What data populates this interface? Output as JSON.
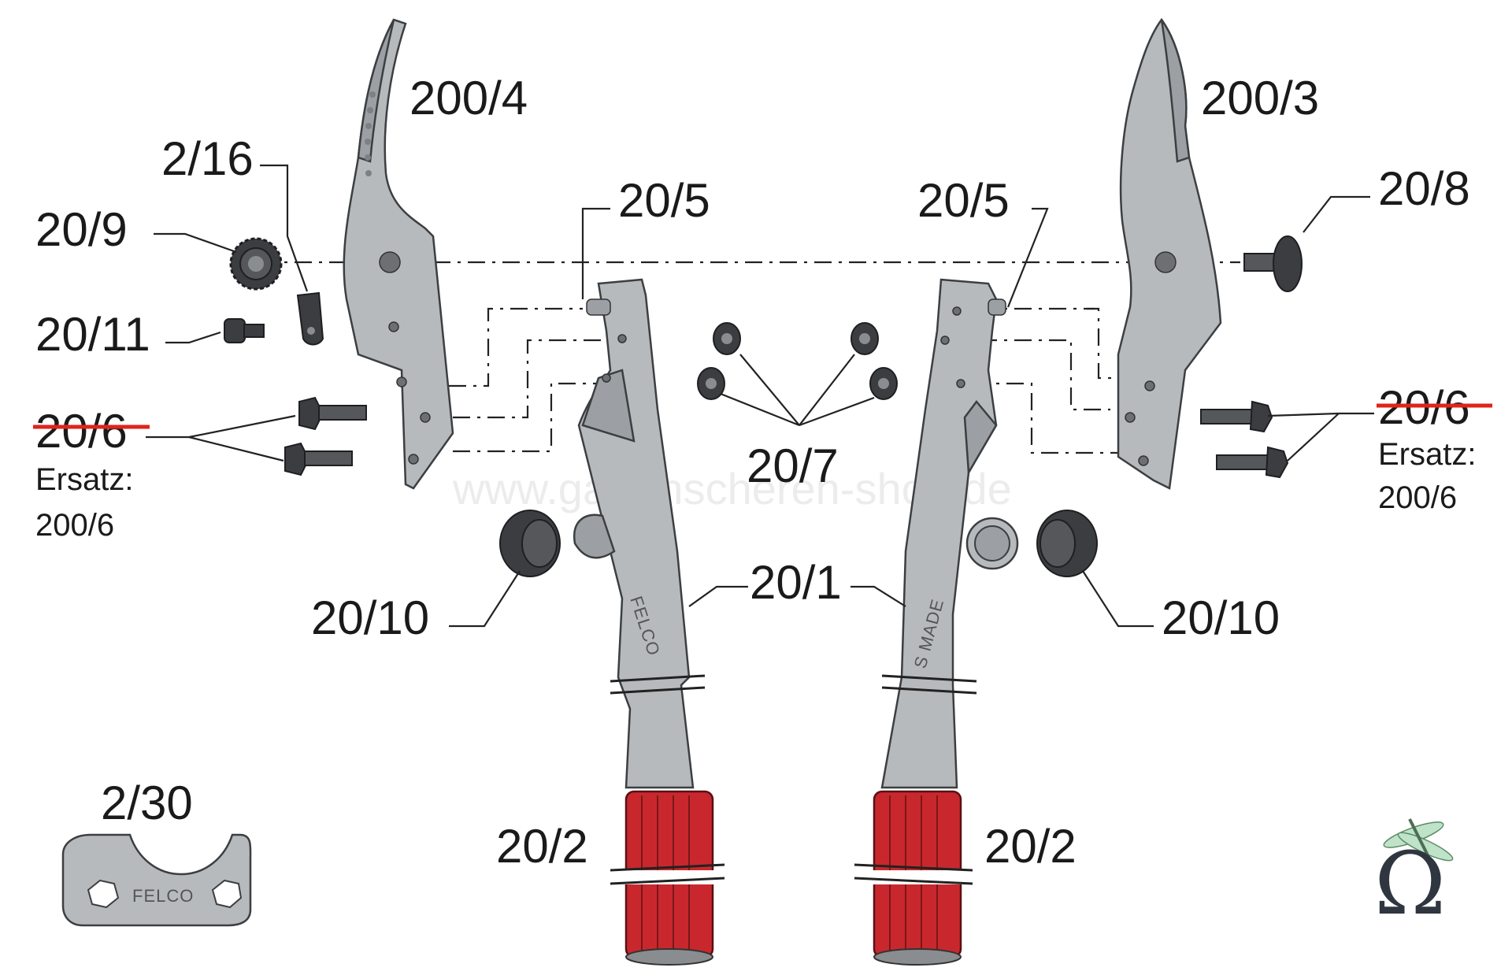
{
  "watermark": "www.gartenscheren-shop.de",
  "labels": {
    "blade_left": "200/4",
    "blade_right": "200/3",
    "part_2_16": "2/16",
    "part_20_9": "20/9",
    "part_20_5_left": "20/5",
    "part_20_5_right": "20/5",
    "part_20_8": "20/8",
    "part_20_11": "20/11",
    "part_20_6_left": "20/6",
    "part_20_6_right": "20/6",
    "ersatz_left_line1": "Ersatz:",
    "ersatz_left_line2": "200/6",
    "ersatz_right_line1": "Ersatz:",
    "ersatz_right_line2": "200/6",
    "part_20_7": "20/7",
    "part_20_10_left": "20/10",
    "part_20_10_right": "20/10",
    "part_20_1": "20/1",
    "part_20_2_left": "20/2",
    "part_20_2_right": "20/2",
    "part_2_30": "2/30"
  },
  "handle_text": {
    "left_brand": "FELCO",
    "right_text": "S MADE",
    "wrench_brand": "FELCO"
  },
  "logo_symbol": "Ω",
  "icons": [
    "dragonfly-icon",
    "omega-icon"
  ],
  "colors": {
    "metal": "#b7babd",
    "grip_red": "#c8282d",
    "strike_red": "#e0241b",
    "dark_part": "#3b3d40"
  }
}
